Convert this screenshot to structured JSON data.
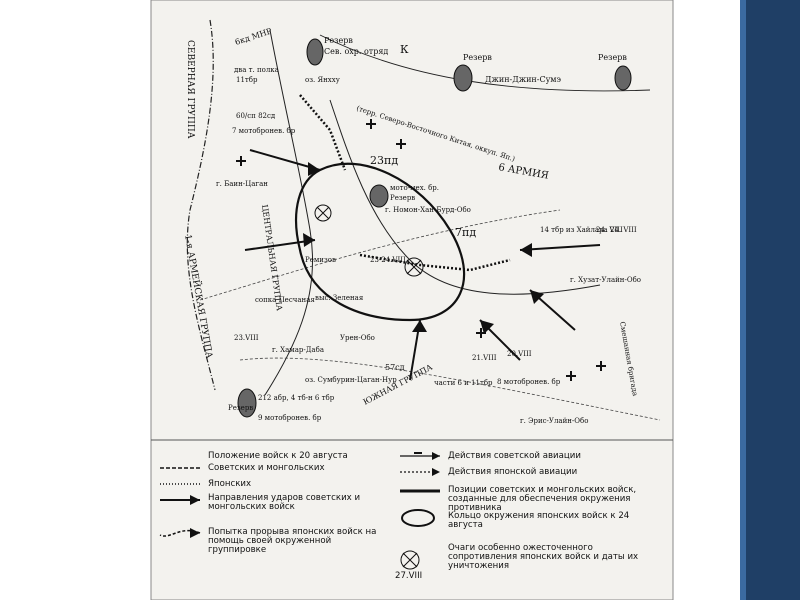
{
  "slide": {
    "background": "#ffffff",
    "accent_color": "#1f3f66"
  },
  "map": {
    "labels": {
      "reserve_tl": "Резерв",
      "sev_otr": "Сев. охр. отряд",
      "k_letter": "К",
      "reserve_mid": "Резерв",
      "djin": "Джин-Джин-Сумэ",
      "reserve_tr": "Резерв",
      "bd_mnr": "6кд МНР",
      "dvat": "два т. полка",
      "one_tbr": "11тбр",
      "yankhu": "оз. Янхху",
      "sp60": "60/сп 82сд",
      "mot7": "7 мотобронев. бр",
      "north": "СЕВЕРНАЯ ГРУППА",
      "terr": "(терр. Северо-Восточного Китая, оккуп. Яп.)",
      "pd23": "23пд",
      "army6": "6 АРМИЯ",
      "motomeh": "мото-мех. бр.",
      "reserve_c": "Резерв",
      "nomon": "г. Номон-Хан-Бурд-Обо",
      "bain": "г. Баин-Цаган",
      "central": "ЦЕНТРАЛЬНАЯ ГРУППА",
      "first_army": "1-я АРМЕЙСКАЯ ГРУППА",
      "pd7": "7пд",
      "tbr14": "14 тбр из Хайлара 24. VIII",
      "huzat": "г. Хузат-Улайн-Обо",
      "pesch": "сопка Песчаная",
      "zelen": "выс. Зеленая",
      "hamar": "г. Хамар-Даба",
      "remen": "Ремизов",
      "smesh": "Смешанная бригада",
      "ureng": "Урен-Обо",
      "sd57": "57сд",
      "chasti": "части 6 и 11тбр",
      "mot8": "8 мотобронев. бр",
      "yuzh": "ЮЖНАЯ ГРУППА",
      "sumbur": "оз. Сумбурин-Цаган-Нур",
      "abr212": "212 абр, 4 тб-н 6 тбр",
      "mot9": "9 мотобронев. бр",
      "reserve_bl": "Резерв",
      "eris": "г. Эрис-Улайн-Обо",
      "date_21": "21.VIII",
      "date_20": "20.VIII",
      "date_23": "23.VIII",
      "date_24": "24. VIII",
      "date_2324": "23-24.VIII"
    }
  },
  "legend": {
    "pos20": "Положение войск к 20 августа",
    "sov_mong": "Советских и монгольских",
    "japan": "Японских",
    "directions": "Направления ударов советских и монгольских войск",
    "breakout": "Попытка прорыва японских войск на помощь своей окруженной группировке",
    "sov_air": "Действия советской авиации",
    "jap_air": "Действия японской авиации",
    "positions": "Позиции советских и монгольских войск, созданные для обеспечения окружения противника",
    "ring": "Кольцо окружения японских войск к 24 августа",
    "centers": "Очаги особенно ожесточенного сопротивления японских войск и даты их уничтожения",
    "date_sample": "27.VIII"
  }
}
